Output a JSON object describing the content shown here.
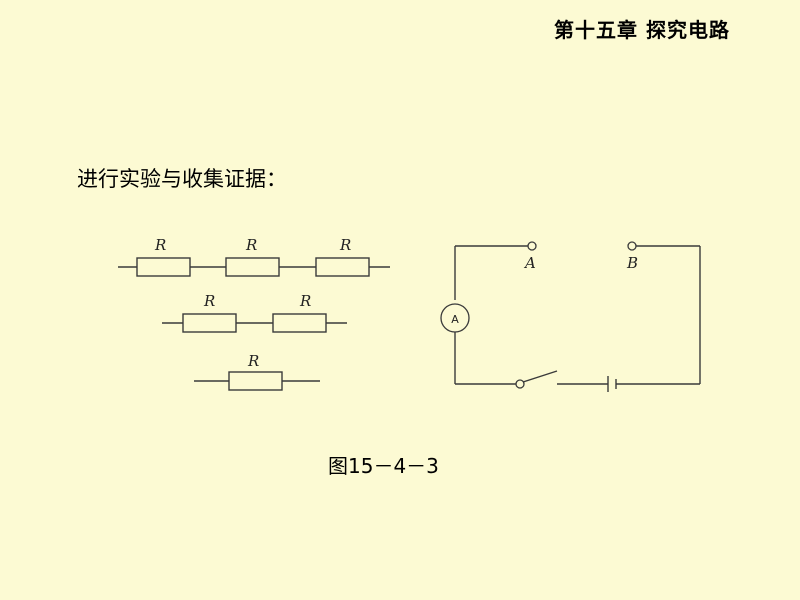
{
  "header": {
    "title": "第十五章  探究电路"
  },
  "heading": "进行实验与收集证据：",
  "figure": {
    "caption": "图15－4－3",
    "resistor_label": "R",
    "terminal_a": "A",
    "terminal_b": "B",
    "ammeter_label": "A"
  }
}
